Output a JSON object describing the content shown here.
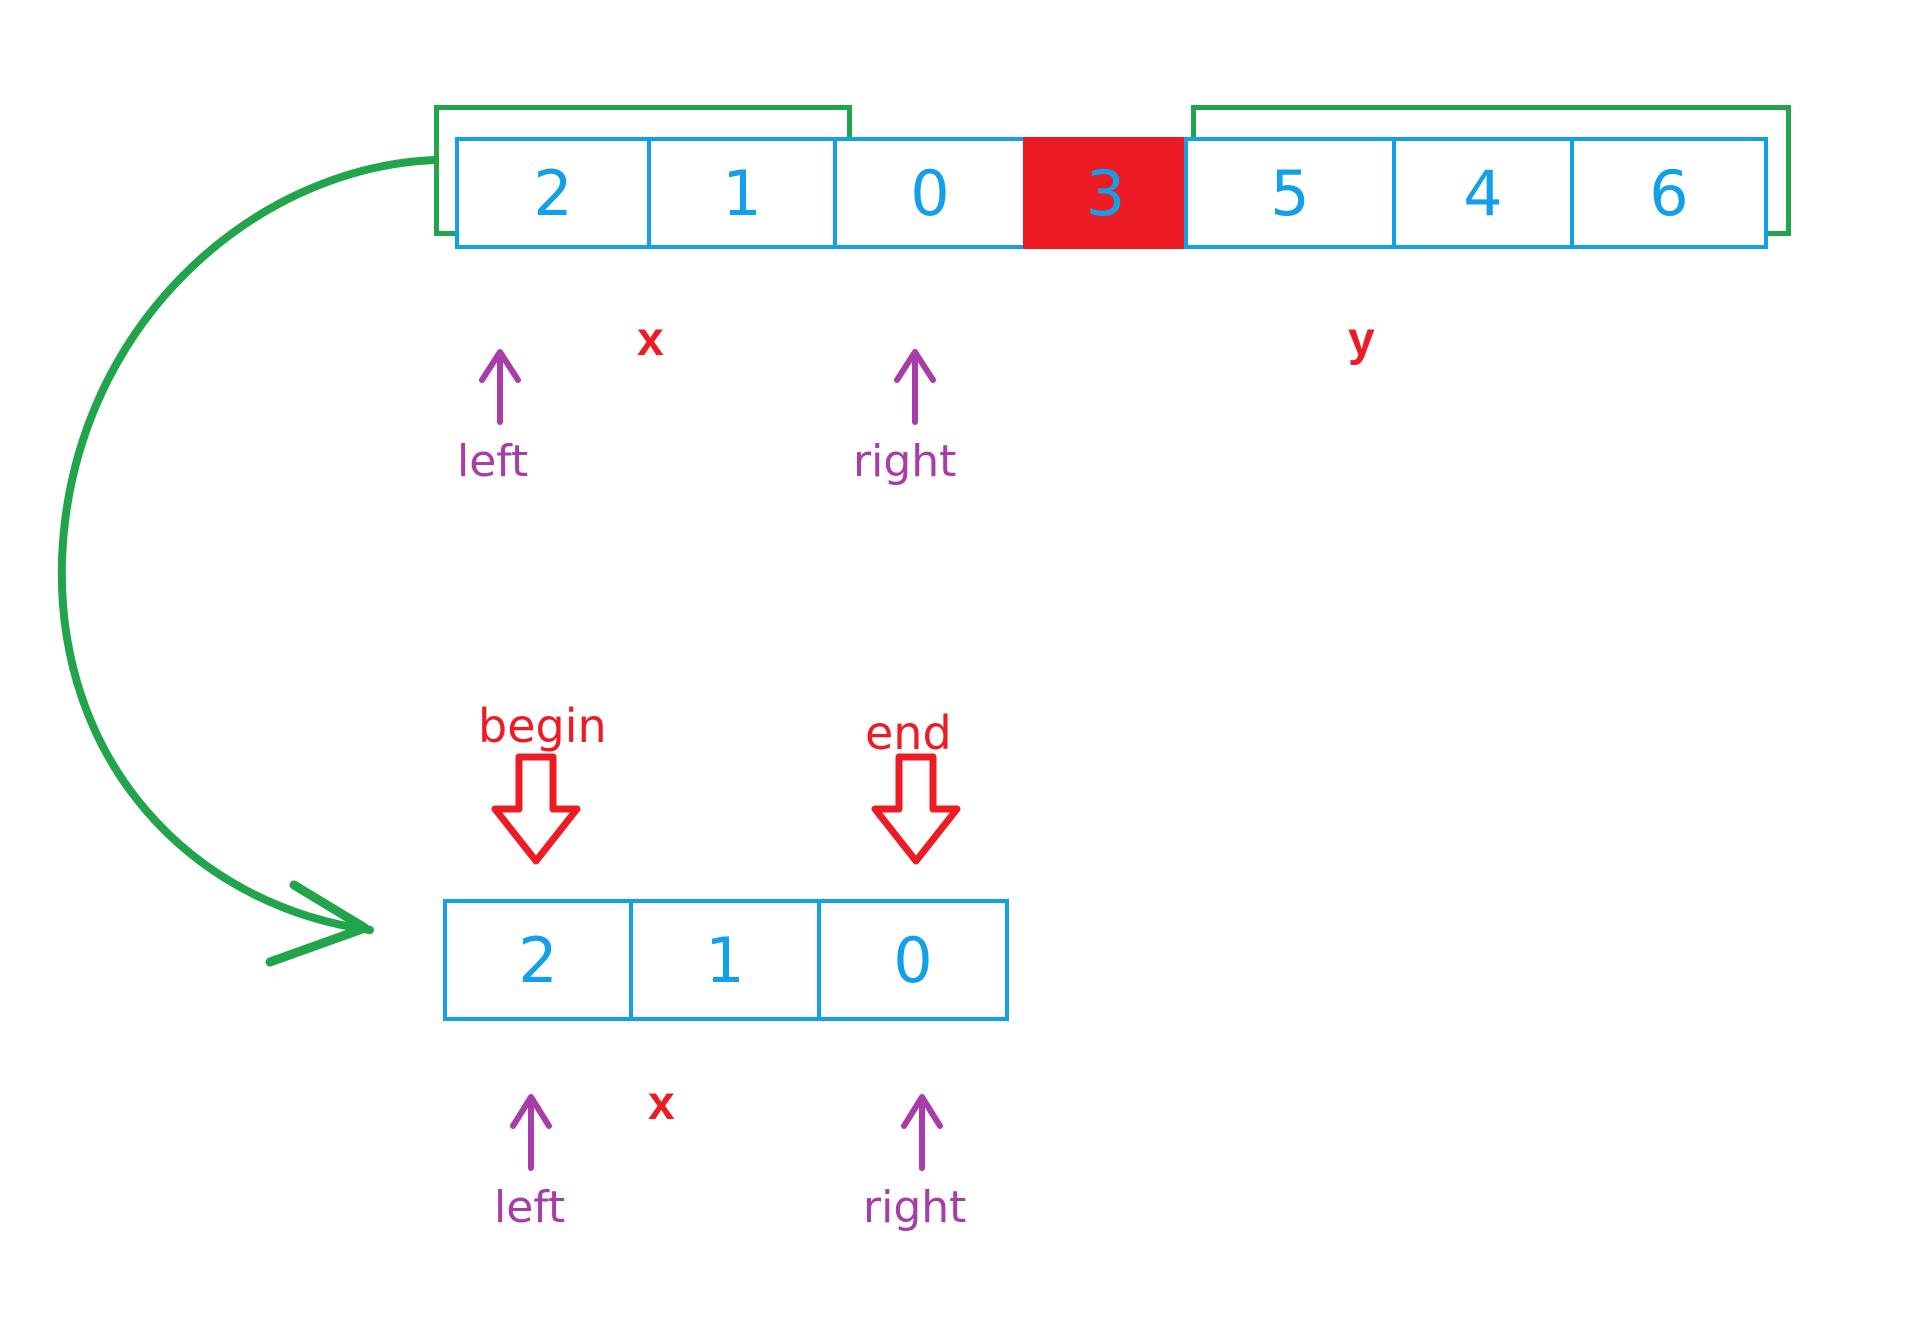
{
  "diagram": {
    "title": "quicksort partition split diagram",
    "colors": {
      "cell_border": "#13a0e8",
      "cell_text": "#13a0e8",
      "pivot_fill": "#ed1c24",
      "group_box": "#22a44c",
      "pointer_label": "#a83ca8",
      "iterator_label": "#ed1c24",
      "curve_arrow": "#22a44c",
      "background": "#ffffff"
    }
  },
  "top_array": {
    "cells": [
      {
        "value": "2",
        "pivot": false
      },
      {
        "value": "1",
        "pivot": false
      },
      {
        "value": "0",
        "pivot": false
      },
      {
        "value": "3",
        "pivot": true
      },
      {
        "value": "5",
        "pivot": false
      },
      {
        "value": "4",
        "pivot": false
      },
      {
        "value": "6",
        "pivot": false
      }
    ],
    "groups": [
      {
        "name": "x",
        "label": "x",
        "from": 0,
        "to": 2
      },
      {
        "name": "y",
        "label": "y",
        "from": 4,
        "to": 6
      }
    ],
    "pointers": [
      {
        "name": "left",
        "label": "left"
      },
      {
        "name": "right",
        "label": "right"
      }
    ]
  },
  "bottom_array": {
    "cells": [
      {
        "value": "2"
      },
      {
        "value": "1"
      },
      {
        "value": "0"
      }
    ],
    "groups": [
      {
        "name": "x",
        "label": "x"
      }
    ],
    "pointers": [
      {
        "name": "left",
        "label": "left"
      },
      {
        "name": "right",
        "label": "right"
      }
    ],
    "iterators": [
      {
        "name": "begin",
        "label": "begin"
      },
      {
        "name": "end",
        "label": "end"
      }
    ]
  }
}
